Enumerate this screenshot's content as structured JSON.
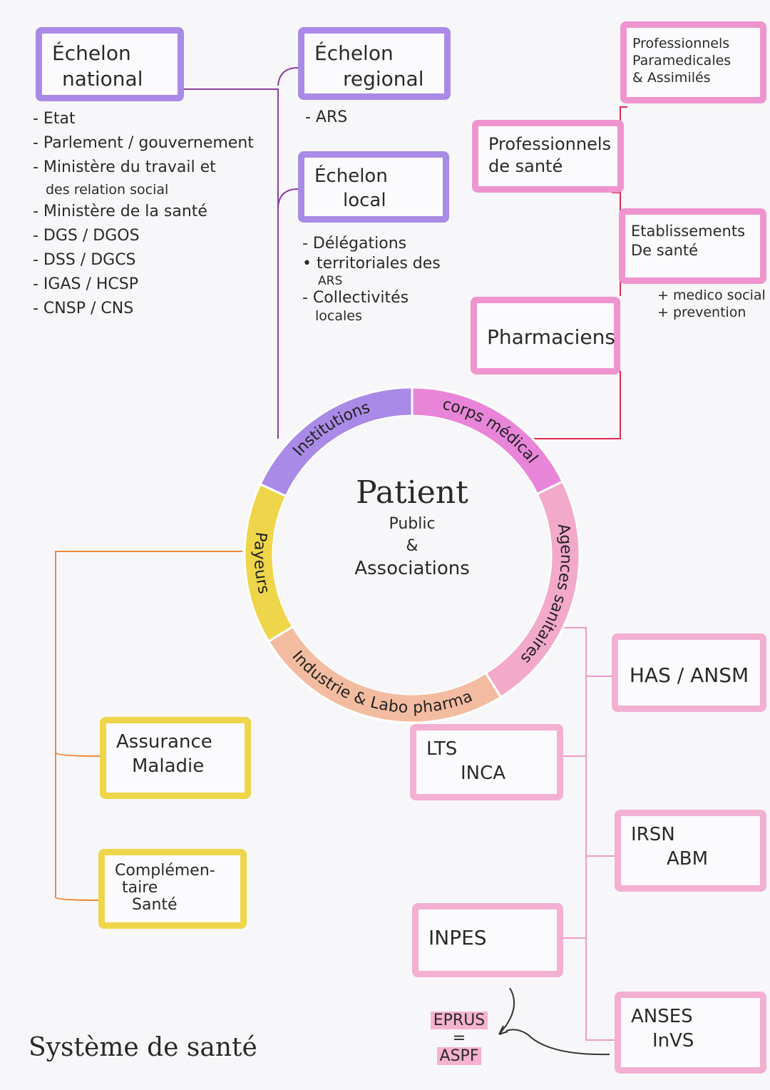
{
  "title": "Système de santé",
  "center": {
    "title": "Patient",
    "line1": "Public",
    "line2": "&",
    "line3": "Associations"
  },
  "ring": {
    "institutions": "Institutions",
    "corps_medical": "corps médical",
    "agences": "Agences sanitaires",
    "industrie": "Industrie & Labo pharma",
    "payeurs": "Payeurs"
  },
  "colors": {
    "institutions": "#a98ae6",
    "corps_medical": "#e985d9",
    "agences": "#f3a9c9",
    "industrie": "#f3bca0",
    "payeurs": "#efd54a"
  },
  "national": {
    "label1": "Échelon",
    "label2": "national",
    "items": [
      "- Etat",
      "- Parlement / gouvernement",
      "- Ministère du travail et",
      "des relation social",
      "- Ministère de la santé",
      "- DGS / DGOS",
      "- DSS / DGCS",
      "- IGAS / HCSP",
      "- CNSP / CNS"
    ]
  },
  "regional": {
    "label1": "Échelon",
    "label2": "regional",
    "items": [
      "- ARS"
    ]
  },
  "local": {
    "label1": "Échelon",
    "label2": "local",
    "items": [
      "- Délégations",
      "• territoriales des",
      "ARS",
      "- Collectivités",
      "locales"
    ]
  },
  "medical": {
    "paramedical": [
      "Professionnels",
      "Paramedicales",
      "& Assimilés"
    ],
    "pro_sante": [
      "Professionnels",
      "de santé"
    ],
    "etablissements": [
      "Etablissements",
      "De santé"
    ],
    "etab_note": [
      "+ medico social",
      "+ prevention"
    ],
    "pharmaciens": "Pharmaciens"
  },
  "agences": {
    "has": "HAS / ANSM",
    "lts": [
      "LTS",
      "INCA"
    ],
    "irsn": [
      "IRSN",
      "ABM"
    ],
    "inpes": "INPES",
    "anses": [
      "ANSES",
      "InVS"
    ],
    "eprus": "EPRUS",
    "equals": "=",
    "aspf": "ASPF"
  },
  "payeurs": {
    "assurance": [
      "Assurance",
      "Maladie"
    ],
    "complementaire": [
      "Complémen-",
      "taire",
      "Santé"
    ]
  }
}
